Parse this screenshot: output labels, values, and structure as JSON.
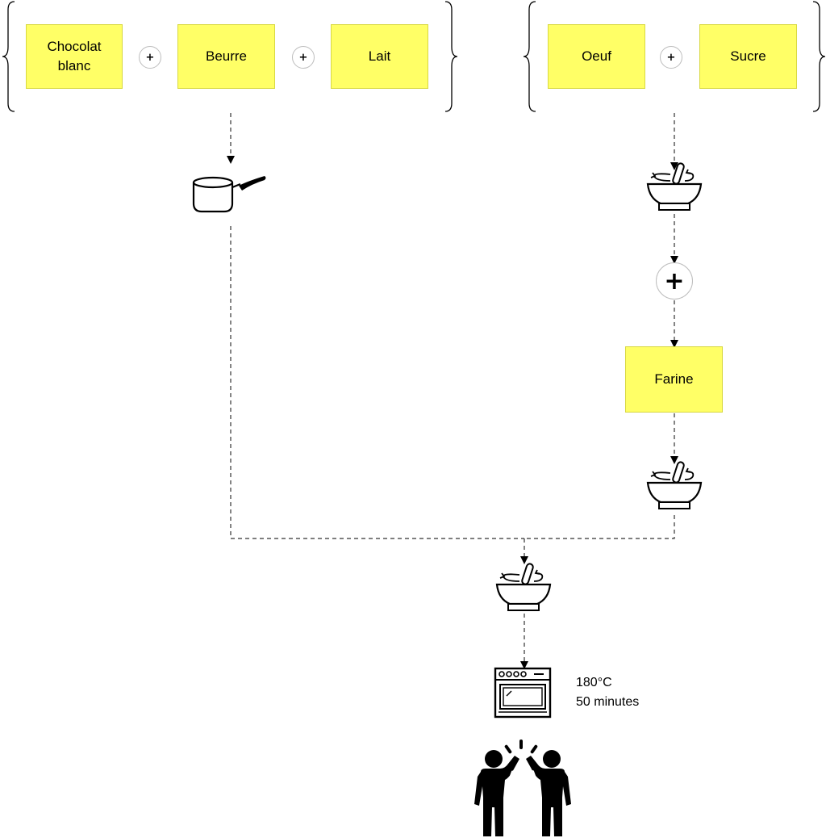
{
  "ingredients": {
    "group_left": [
      "Chocolat\nblanc",
      "Beurre",
      "Lait"
    ],
    "group_right": [
      "Oeuf",
      "Sucre"
    ],
    "farine": "Farine"
  },
  "operators": {
    "plus": "+"
  },
  "icons": {
    "saucepan": "saucepan-icon",
    "mixing_bowl": "mixing-bowl-icon",
    "oven": "oven-icon",
    "celebration": "high-five-icon"
  },
  "oven": {
    "temperature": "180°C",
    "duration": "50 minutes"
  },
  "colors": {
    "note_fill": "#ffff66",
    "line": "#000000"
  }
}
